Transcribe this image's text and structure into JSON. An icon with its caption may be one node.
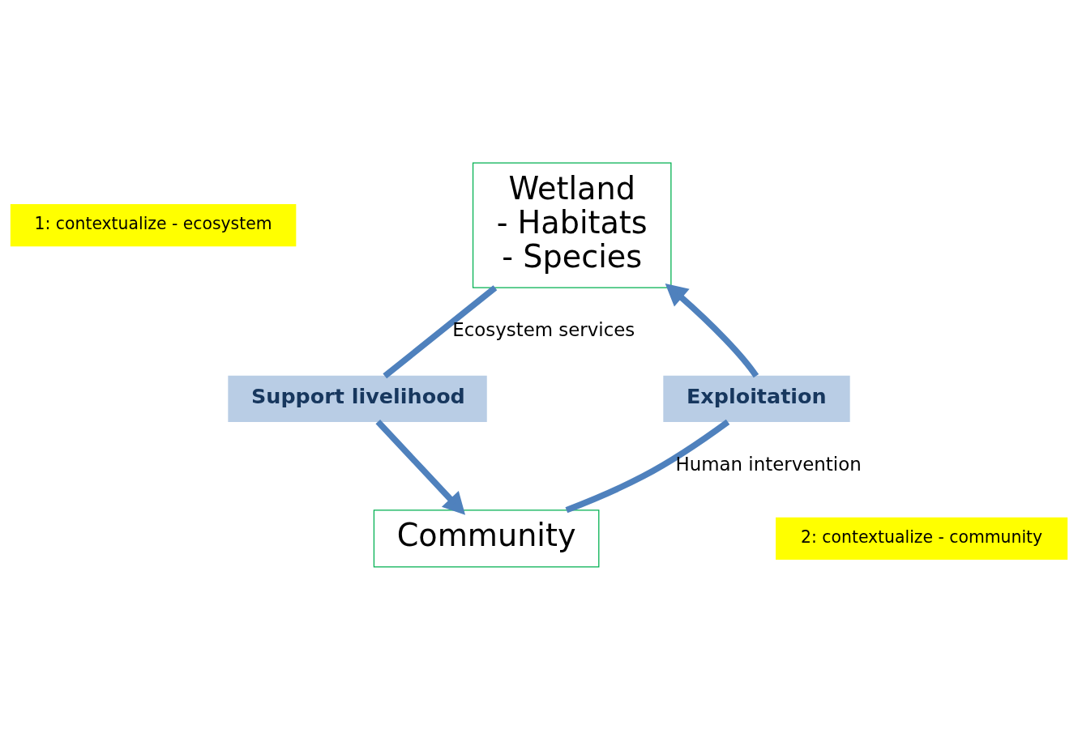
{
  "diagram": {
    "nodes": [
      {
        "text": [
          "Wetland",
          "- Habitats",
          "- Species"
        ]
      },
      {
        "text": [
          "Community"
        ]
      },
      {
        "text": [
          "Support livelihood"
        ]
      },
      {
        "text": [
          "Exploitation"
        ]
      },
      {
        "text": [
          "1: contextualize - ecosystem"
        ]
      },
      {
        "text": [
          "2: contextualize - community"
        ]
      }
    ],
    "edges": [
      {
        "from": 0,
        "to": 2,
        "arrow": "none",
        "label": "Ecosystem services"
      },
      {
        "from": 2,
        "to": 1,
        "arrow": "to"
      },
      {
        "from": 1,
        "to": 3,
        "arrow": "none",
        "label": "Human intervention"
      },
      {
        "from": 3,
        "to": 0,
        "arrow": "to"
      }
    ]
  }
}
